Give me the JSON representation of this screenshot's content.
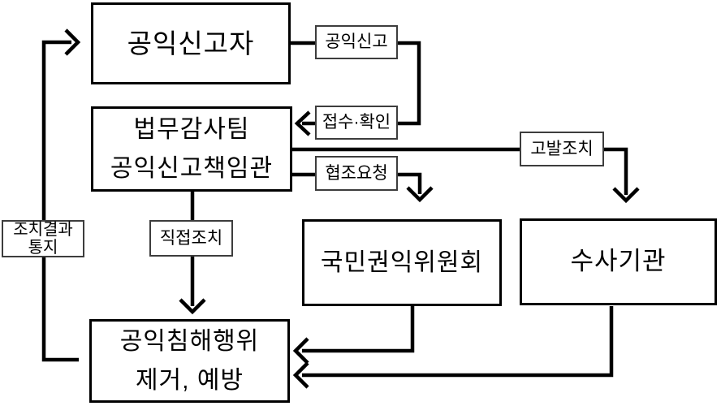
{
  "diagram": {
    "type": "flowchart",
    "language": "ko",
    "colors": {
      "background": "#ffffff",
      "line": "#000000",
      "node_border": "#000000",
      "label_border": "#3d3d3d",
      "text": "#000000"
    },
    "nodes": {
      "whistleblower": "공익신고자",
      "legal_team_line1": "법무감사팀",
      "legal_team_line2": "공익신고책임관",
      "acrc": "국민권익위원회",
      "investigation": "수사기관",
      "outcome_line1": "공익침해행위",
      "outcome_line2": "제거, 예방"
    },
    "edge_labels": {
      "report": "공익신고",
      "receipt_confirm": "접수·확인",
      "cooperation_request": "협조요청",
      "accusation_action": "고발조치",
      "direct_action": "직접조치",
      "result_notice_line1": "조치결과",
      "result_notice_line2": "통지"
    },
    "edges": [
      {
        "from": "whistleblower",
        "to": "legal_team",
        "label": "공익신고 / 접수·확인"
      },
      {
        "from": "legal_team",
        "to": "acrc",
        "label": "협조요청"
      },
      {
        "from": "legal_team",
        "to": "investigation",
        "label": "고발조치"
      },
      {
        "from": "legal_team",
        "to": "outcome",
        "label": "직접조치"
      },
      {
        "from": "acrc",
        "to": "outcome",
        "label": ""
      },
      {
        "from": "investigation",
        "to": "outcome",
        "label": ""
      },
      {
        "from": "outcome",
        "to": "whistleblower",
        "label": "조치결과 통지"
      }
    ]
  }
}
